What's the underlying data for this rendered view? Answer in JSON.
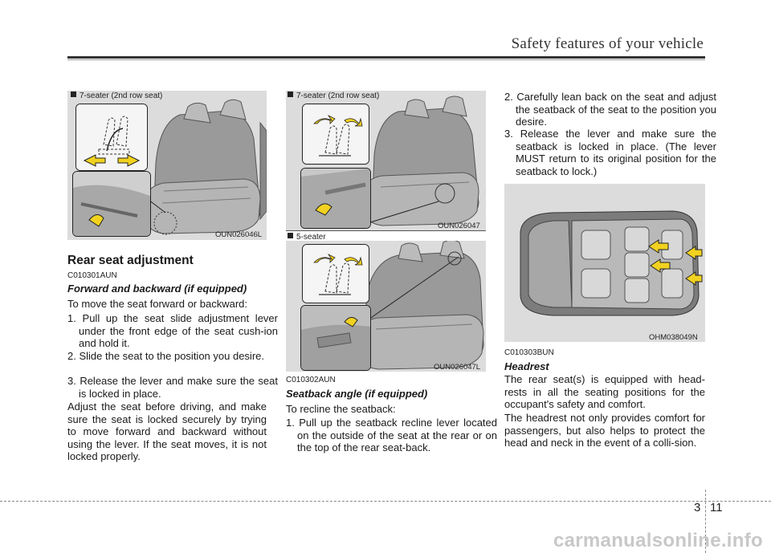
{
  "header": {
    "title": "Safety features of your vehicle"
  },
  "left": {
    "figure": {
      "caption": "7-seater (2nd row seat)",
      "code": "OUN026046L"
    },
    "heading": "Rear seat adjustment",
    "code": "C010301AUN",
    "subheading": "Forward and backward (if equipped)",
    "intro": "To move the seat forward or backward:",
    "steps": [
      "1. Pull up the seat slide adjustment lever under the front edge of the seat cush-ion and hold it.",
      "2. Slide the seat to the position you desire.",
      "3. Release the lever and make sure the seat is locked in place."
    ],
    "note": "Adjust the seat before driving, and make sure the seat is locked securely by trying to move forward and backward without using the lever. If the seat moves, it is not locked properly."
  },
  "middle": {
    "figure1": {
      "caption": "7-seater (2nd row seat)",
      "code": "OUN026047"
    },
    "figure2": {
      "caption": "5-seater",
      "code": "OUN026047L"
    },
    "code": "C010302AUN",
    "subheading": "Seatback angle (if equipped)",
    "intro": "To recline the seatback:",
    "steps": [
      "1. Pull up the seatback recline lever located on the outside of the seat at the rear or on the top of the rear seat-back."
    ]
  },
  "right": {
    "steps": [
      "2. Carefully lean back on the seat and adjust the seatback of the seat to the position you desire.",
      "3. Release the lever and make sure the seatback is locked in place. (The lever MUST return to its original position for the seatback to lock.)"
    ],
    "figure": {
      "code": "OHM038049N"
    },
    "code": "C010303BUN",
    "subheading": "Headrest",
    "para1": "The rear seat(s) is equipped with head-rests in all the seating positions for the occupant's safety and comfort.",
    "para2": "The headrest not only provides comfort for passengers, but also helps to protect the head and neck in the event of a colli-sion."
  },
  "footer": {
    "chapter": "3",
    "page": "11",
    "watermark": "carmanualsonline.info"
  },
  "colors": {
    "arrow": "#f2d21f",
    "figure_bg": "#dcdcdc",
    "rule": "#333333"
  }
}
